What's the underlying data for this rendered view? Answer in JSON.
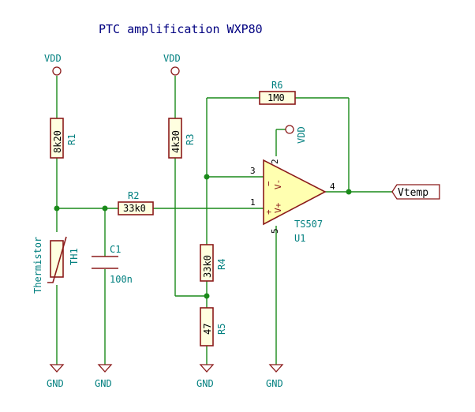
{
  "title": "PTC amplification WXP80",
  "power": {
    "vdd": "VDD",
    "gnd": "GND"
  },
  "components": {
    "r1": {
      "ref": "R1",
      "value": "8k20"
    },
    "r2": {
      "ref": "R2",
      "value": "33k0"
    },
    "r3": {
      "ref": "R3",
      "value": "4k30"
    },
    "r4": {
      "ref": "R4",
      "value": "33k0"
    },
    "r5": {
      "ref": "R5",
      "value": "47"
    },
    "r6": {
      "ref": "R6",
      "value": "1M0"
    },
    "c1": {
      "ref": "C1",
      "value": "100n"
    },
    "th1": {
      "ref": "TH1",
      "value": "Thermistor"
    },
    "u1": {
      "ref": "U1",
      "value": "TS507"
    }
  },
  "opamp_pins": {
    "inv": "3",
    "noninv": "1",
    "out": "4",
    "vplus": "2",
    "vminus": "5",
    "sym_minus": "−",
    "sym_plus": "+",
    "lbl_vminus": "V-",
    "lbl_vplus": "V+"
  },
  "net_label": "Vtemp"
}
